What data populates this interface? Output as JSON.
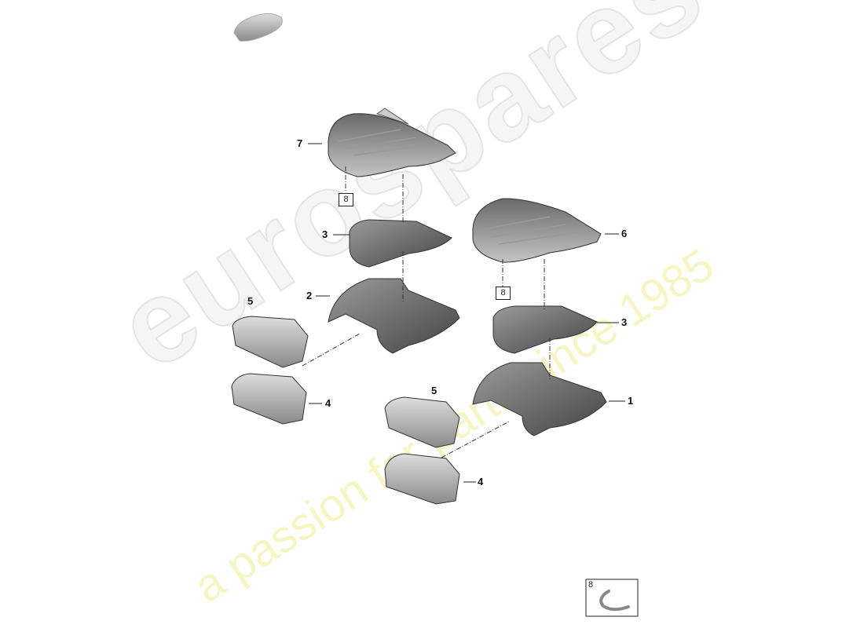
{
  "watermark": {
    "brand": "eurospares",
    "tagline": "a passion for parts since 1985"
  },
  "callouts": [
    {
      "id": "7",
      "label": "7"
    },
    {
      "id": "8a",
      "label": "8"
    },
    {
      "id": "3a",
      "label": "3"
    },
    {
      "id": "2",
      "label": "2"
    },
    {
      "id": "5a",
      "label": "5"
    },
    {
      "id": "4a",
      "label": "4"
    },
    {
      "id": "6",
      "label": "6"
    },
    {
      "id": "8b",
      "label": "8"
    },
    {
      "id": "3b",
      "label": "3"
    },
    {
      "id": "1",
      "label": "1"
    },
    {
      "id": "5b",
      "label": "5"
    },
    {
      "id": "4b",
      "label": "4"
    }
  ],
  "legend": {
    "label": "8"
  },
  "colors": {
    "part_dark": "#4a4a4a",
    "part_light": "#b9b9b9",
    "line": "#222222"
  }
}
